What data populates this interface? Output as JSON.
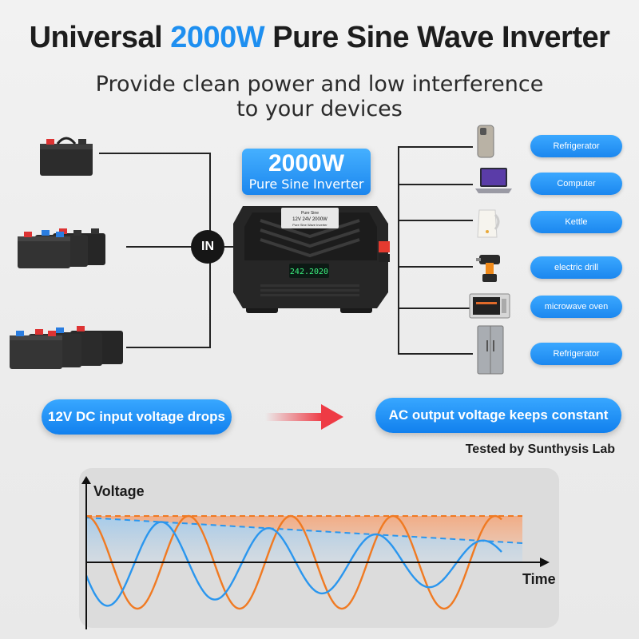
{
  "header": {
    "title_pre": "Universal ",
    "title_accent": "2000W",
    "title_post": " Pure Sine Wave Inverter",
    "subtitle_line1": "Provide clean power and low interference",
    "subtitle_line2": "to your devices"
  },
  "input": {
    "label": "IN",
    "battery_groups": [
      1,
      3,
      4
    ]
  },
  "inverter": {
    "badge_power": "2000W",
    "badge_type": "Pure Sine Inverter",
    "panel_text_line1": "12V 24V 2000W",
    "panel_text_line2": "Pure Sine Wave Inverter",
    "panel_top_text": "Pure Sine",
    "display_reading": "242.2020"
  },
  "outputs": [
    {
      "label": "Refrigerator",
      "icon": "smartphone-icon"
    },
    {
      "label": "Computer",
      "icon": "laptop-icon"
    },
    {
      "label": "Kettle",
      "icon": "kettle-icon"
    },
    {
      "label": "electric drill",
      "icon": "drill-icon"
    },
    {
      "label": "microwave oven",
      "icon": "microwave-icon"
    },
    {
      "label": "Refrigerator",
      "icon": "fridge-icon"
    }
  ],
  "comparison": {
    "input_text": "12V DC input voltage drops",
    "output_text": "AC output voltage keeps constant",
    "tested_by": "Tested by Sunthysis Lab"
  },
  "chart": {
    "ylabel": "Voltage",
    "xlabel": "Time"
  },
  "colors": {
    "accent_blue": "#1e8ff0",
    "ac_orange": "#f07a22",
    "dc_blue": "#2a96ee",
    "arrow_red": "#ee3b45"
  }
}
